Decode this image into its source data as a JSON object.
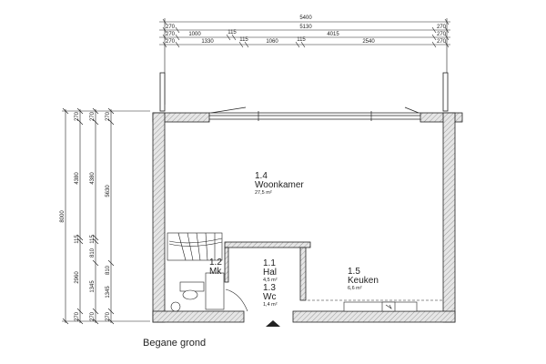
{
  "dimensions": {
    "top_total": "5400",
    "top_row2": [
      "270",
      "5130",
      "270"
    ],
    "top_row3": [
      "270",
      "1000",
      "115",
      "4015",
      "270"
    ],
    "top_row4": [
      "270",
      "1330",
      "115",
      "1060",
      "115",
      "2540",
      "270"
    ],
    "left_outer": "8000",
    "left_col2": [
      "270",
      "4380",
      "115",
      "2960",
      "270"
    ],
    "left_col3": [
      "270",
      "4380",
      "115",
      "810",
      "1345",
      "270"
    ],
    "left_col4": [
      "270",
      "5630",
      "810",
      "1345",
      "270"
    ]
  },
  "rooms": [
    {
      "id": "1.4",
      "name": "Woonkamer",
      "area": "27,5 m²"
    },
    {
      "id": "1.2",
      "name": "Mk",
      "area": ""
    },
    {
      "id": "1.1",
      "name": "Hal",
      "area": "4,5 m²"
    },
    {
      "id": "1.3",
      "name": "Wc",
      "area": "1,4 m²"
    },
    {
      "id": "1.5",
      "name": "Keuken",
      "area": "6,6 m²"
    }
  ],
  "floor_label": "Begane grond",
  "colors": {
    "line": "#222222",
    "wall_fill": "#d8d8d8"
  }
}
